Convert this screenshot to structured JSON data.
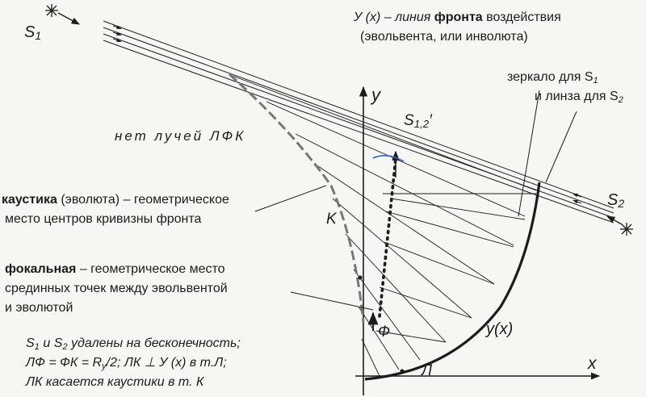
{
  "labels": {
    "s1": "S",
    "s1_sub": "1",
    "s2": "S",
    "s2_sub": "2",
    "s12": "S",
    "s12_sub": "1,2",
    "s12_mark": "′",
    "axis_y": "y",
    "axis_x": "x",
    "point_k": "K",
    "point_f": "Ф",
    "point_l": "Л",
    "curve_yx": "y(x)",
    "no_rays": "нет лучей ЛФК",
    "front_line_pre": "У (x) – линия ",
    "front_line_bold": "фронта",
    "front_line_post": " воздействия",
    "front_line_2": "(эвольвента, или инволюта)",
    "mirror_1": "зеркало для S",
    "mirror_1_sub": "1",
    "mirror_2": "и  линза для S",
    "mirror_2_sub": "2",
    "caustic_bold": "каустика",
    "caustic_rest": " (эволюта) – геометрическое",
    "caustic_2": "место центров кривизны фронта",
    "focal_bold": "фокальная",
    "focal_rest": " – геометрическое место",
    "focal_2": "срединных точек между эвольвентой",
    "focal_3": "и эволютой",
    "cond_1_a": "S",
    "cond_1_a_sub": "1",
    "cond_1_b": " и S",
    "cond_1_b_sub": "2",
    "cond_1_c": " удалены на бесконечность;",
    "cond_2_a": "ЛФ = ФК = R",
    "cond_2_sub": "y",
    "cond_2_b": "/2; ЛК ⊥ У (x) в т.Л;",
    "cond_3": "ЛК касается каустики в т. К"
  },
  "colors": {
    "ink": "#1c1c1c",
    "paper": "#f6f6f2",
    "blue_mark": "#3a5ec8"
  },
  "icons": [
    "star-source-icon",
    "star-source-icon"
  ]
}
